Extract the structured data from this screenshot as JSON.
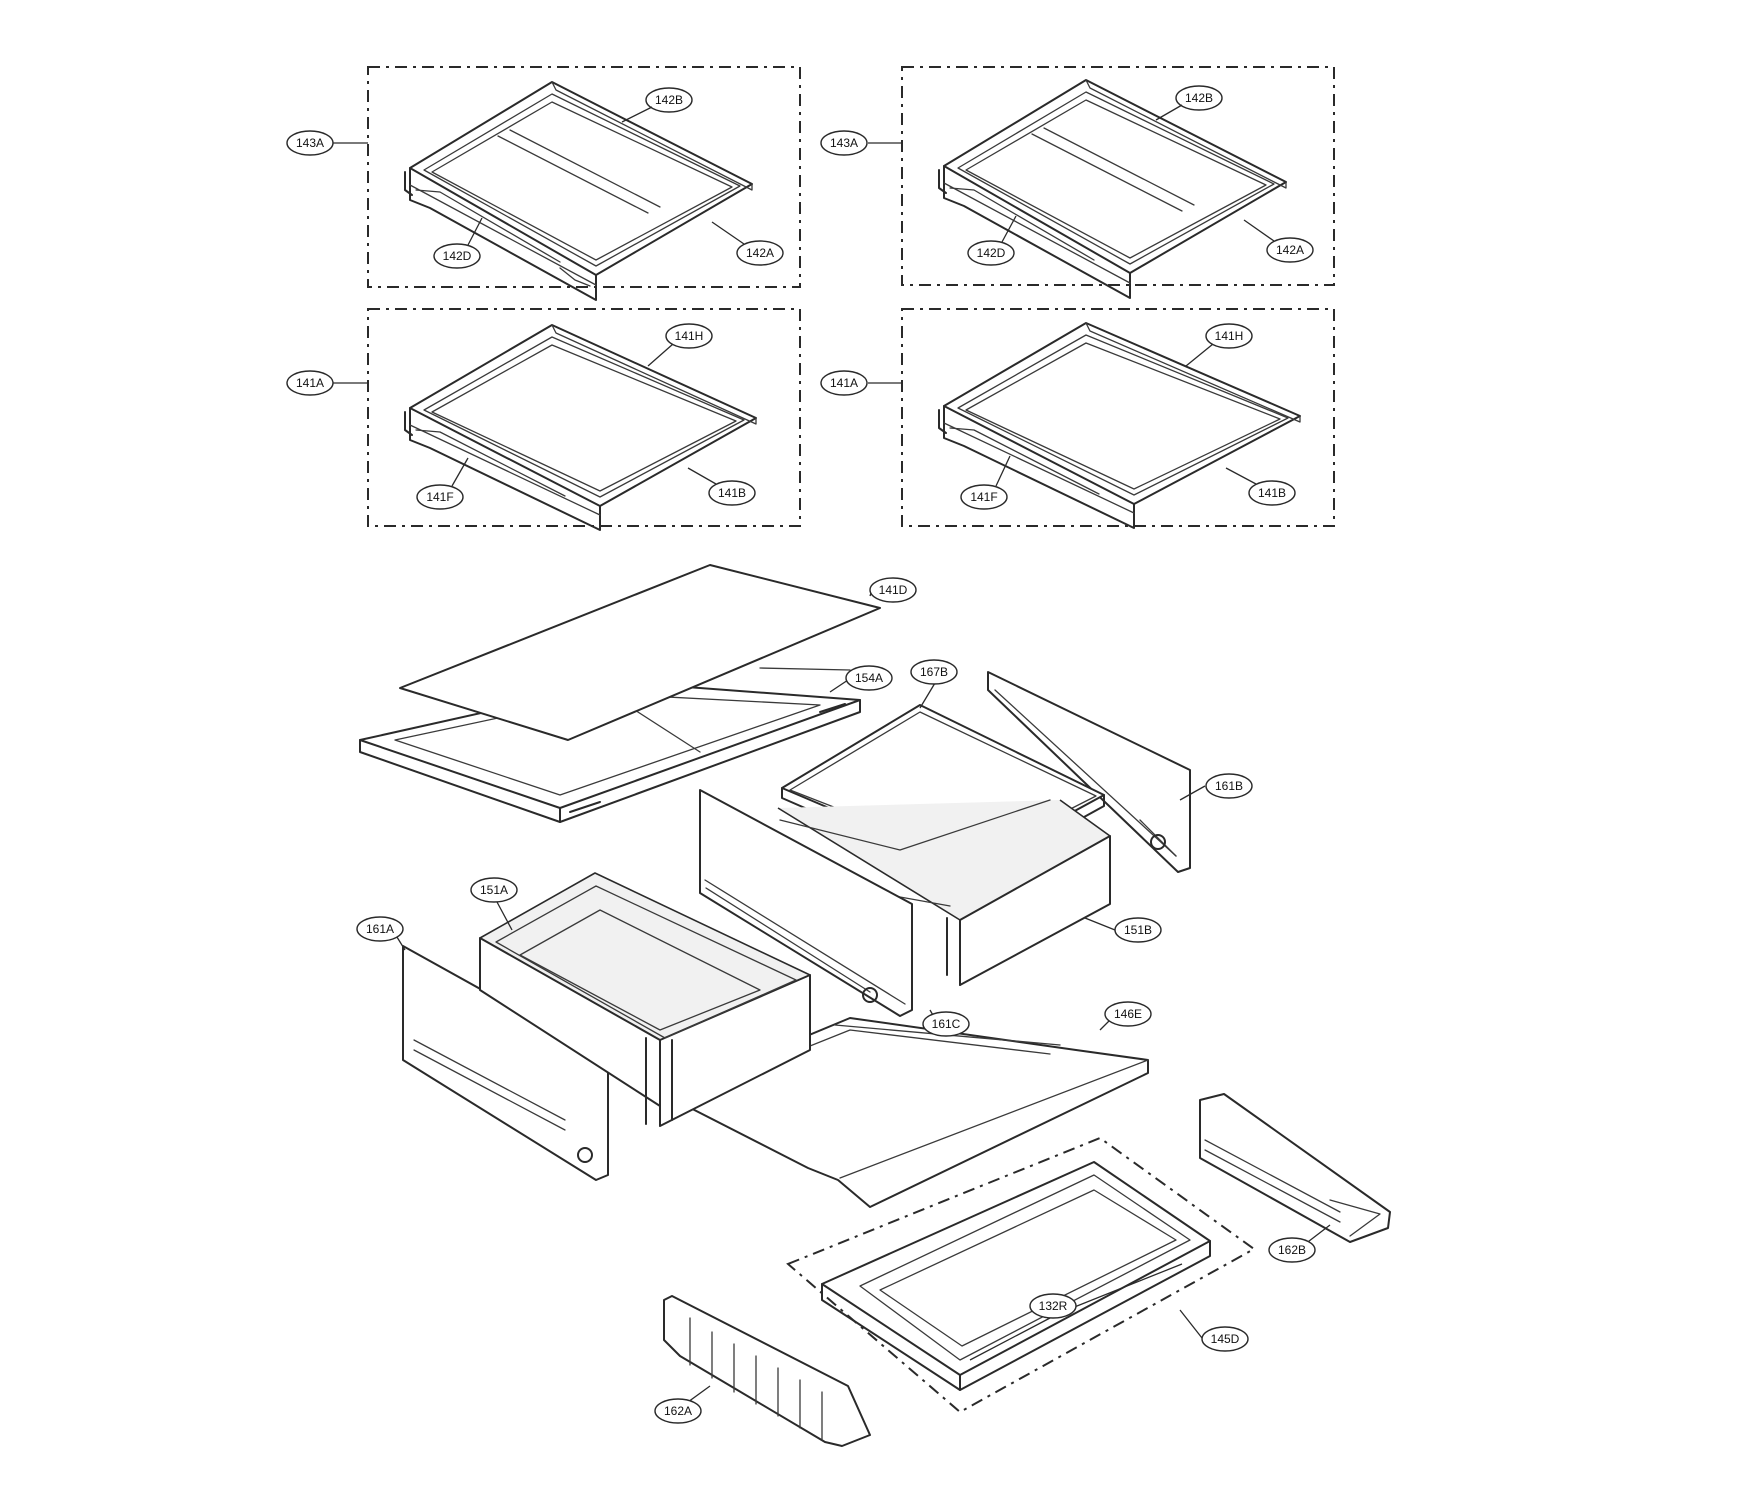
{
  "labels": {
    "p143A_l": "143A",
    "p142B_l": "142B",
    "p142D_l": "142D",
    "p142A_l": "142A",
    "p143A_r": "143A",
    "p142B_r": "142B",
    "p142D_r": "142D",
    "p142A_r": "142A",
    "p141A_l": "141A",
    "p141H_l": "141H",
    "p141F_l": "141F",
    "p141B_l": "141B",
    "p141A_r": "141A",
    "p141H_r": "141H",
    "p141F_r": "141F",
    "p141B_r": "141B",
    "p141D": "141D",
    "p154A": "154A",
    "p167B": "167B",
    "p161B": "161B",
    "p151A": "151A",
    "p151B": "151B",
    "p161A": "161A",
    "p161C": "161C",
    "p146E": "146E",
    "p162B": "162B",
    "p132R": "132R",
    "p145D": "145D",
    "p162A": "162A"
  }
}
